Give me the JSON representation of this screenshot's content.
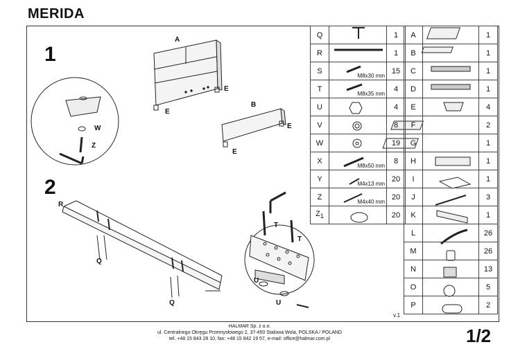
{
  "title": "MERIDA",
  "steps": [
    "1",
    "2"
  ],
  "step1_labels": {
    "a": "A",
    "b": "B",
    "e1": "E",
    "e2": "E",
    "e3": "E",
    "e4": "E",
    "w": "W",
    "z": "Z"
  },
  "step2_labels": {
    "r": "R",
    "q1": "Q",
    "q2": "Q",
    "t1": "T",
    "t2": "T",
    "u1": "U",
    "u2": "U"
  },
  "parts_left": [
    {
      "letter": "Q",
      "spec": "",
      "qty": "1"
    },
    {
      "letter": "R",
      "spec": "",
      "qty": "1"
    },
    {
      "letter": "S",
      "spec": "M8x30 mm",
      "qty": "15"
    },
    {
      "letter": "T",
      "spec": "M8x35 mm",
      "qty": "4"
    },
    {
      "letter": "U",
      "spec": "",
      "qty": "4"
    },
    {
      "letter": "V",
      "spec": "",
      "qty": "8"
    },
    {
      "letter": "W",
      "spec": "",
      "qty": "19"
    },
    {
      "letter": "X",
      "spec": "M8x50 mm",
      "qty": "8"
    },
    {
      "letter": "Y",
      "spec": "M4x13 mm",
      "qty": "20"
    },
    {
      "letter": "Z",
      "spec": "M4x40 mm",
      "qty": "20"
    },
    {
      "letter": "Z",
      "sub": "1",
      "spec": "",
      "qty": "20"
    }
  ],
  "parts_right": [
    {
      "letter": "A",
      "qty": "1"
    },
    {
      "letter": "B",
      "qty": "1"
    },
    {
      "letter": "C",
      "qty": "1"
    },
    {
      "letter": "D",
      "qty": "1"
    },
    {
      "letter": "E",
      "qty": "4"
    },
    {
      "letter": "F",
      "qty": "2"
    },
    {
      "letter": "G",
      "qty": "1"
    },
    {
      "letter": "H",
      "qty": "1"
    },
    {
      "letter": "I",
      "qty": "1"
    },
    {
      "letter": "J",
      "qty": "3"
    },
    {
      "letter": "K",
      "qty": "1"
    },
    {
      "letter": "L",
      "qty": "26"
    },
    {
      "letter": "M",
      "qty": "26"
    },
    {
      "letter": "N",
      "qty": "13"
    },
    {
      "letter": "O",
      "qty": "5"
    },
    {
      "letter": "P",
      "qty": "2"
    }
  ],
  "version": "v.1",
  "footer": {
    "company": "HALMAR Sp. z o.o.",
    "address": "ul. Centralnego Okręgu Przemysłowego 2, 37-450 Stalowa Wola, POLSKA / POLAND",
    "contact": "tel. +48 15 843 28 10, fax: +48 15 842 19 57, e-mail: office@halmar.com.pl"
  },
  "page_number": "1/2"
}
